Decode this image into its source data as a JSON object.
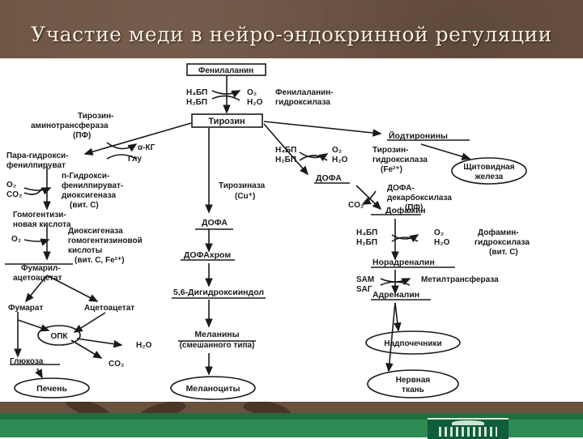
{
  "slide": {
    "title": "Участие меди в нейро-эндокринной регуляции"
  },
  "diagram": {
    "phenylalanine": "Фенилаланин",
    "h4bp": "Н₄БП",
    "h2bp": "Н₂БП",
    "o2": "O₂",
    "h2o": "H₂O",
    "phe_hydroxylase_1": "Фенилаланин-",
    "phe_hydroxylase_2": "гидроксилаза",
    "tyrosine": "Тирозин",
    "tyr_aminotransferase_1": "Тирозин-",
    "tyr_aminotransferase_2": "аминотрансфераза",
    "tyr_aminotransferase_3": "(ПФ)",
    "a_kg": "α-КГ",
    "glu": "Глу",
    "para_hppa_1": "Пара-гидрокси-",
    "para_hppa_2": "фенилпируват",
    "o2_left": "O₂",
    "co2_left": "CO₂",
    "hppd_1": "п-Гидрокси-",
    "hppd_2": "фенилпируват-",
    "hppd_3": "диоксигеназа",
    "hppd_4": "(вит. С)",
    "homogentisic_1": "Гомогентизи-",
    "homogentisic_2": "новая кислота",
    "o2_hgd": "O₂",
    "hgd_1": "Диоксигеназа",
    "hgd_2": "гомогентизиновой",
    "hgd_3": "кислоты",
    "hgd_4": "(вит. С, Fe²⁺)",
    "fumarylacetoacetate_1": "Фумарил-",
    "fumarylacetoacetate_2": "ацетоацетат",
    "fumarate": "Фумарат",
    "acetoacetate": "Ацетоацетат",
    "tca": "ОПК",
    "glucose": "Глюкоза",
    "h2o_bottom": "H₂O",
    "co2_bottom": "CO₂",
    "liver": "Печень",
    "tyrosinase_1": "Тирозиназа",
    "tyrosinase_2": "(Cu⁺)",
    "dopa_center": "ДОФА",
    "dopachrome": "ДОФАхром",
    "dhi": "5,6-Дигидроксииндол",
    "melanins_1": "Меланины",
    "melanins_2": "(смешанного типа)",
    "melanocytes": "Меланоциты",
    "iodothyronines": "Йодтиронины",
    "thyroid_1": "Щитовидная",
    "thyroid_2": "железа",
    "h4bp_r": "Н₄БП",
    "h2bp_r": "Н₂БП",
    "o2_r": "O₂",
    "h2o_r": "H₂O",
    "tyr_hydroxylase_1": "Тирозин-",
    "tyr_hydroxylase_2": "гидроксилаза",
    "tyr_hydroxylase_3": "(Fe²⁺)",
    "dopa_right": "ДОФА",
    "ddc_1": "ДОФА-",
    "ddc_2": "декарбоксилаза",
    "ddc_3": "(ПФ)",
    "co2_ddc": "CO₂",
    "dopamine": "Дофамин",
    "h4bp_d": "Н₄БП",
    "h2bp_d": "Н₂БП",
    "o2_d": "O₂",
    "h2o_d": "H₂O",
    "dbh_1": "Дофамин-",
    "dbh_2": "гидроксилаза",
    "dbh_3": "(вит. С)",
    "noradrenaline": "Норадреналин",
    "sam": "SAM",
    "sag": "SAГ",
    "methyltransferase": "Метилтрансфераза",
    "adrenaline": "Адреналин",
    "adrenal": "Надпочечники",
    "nervous_1": "Нервная",
    "nervous_2": "ткань"
  },
  "colors": {
    "header": "#6d5443",
    "title_text": "#f5ede0",
    "footer_green": "#1f6f3e"
  }
}
